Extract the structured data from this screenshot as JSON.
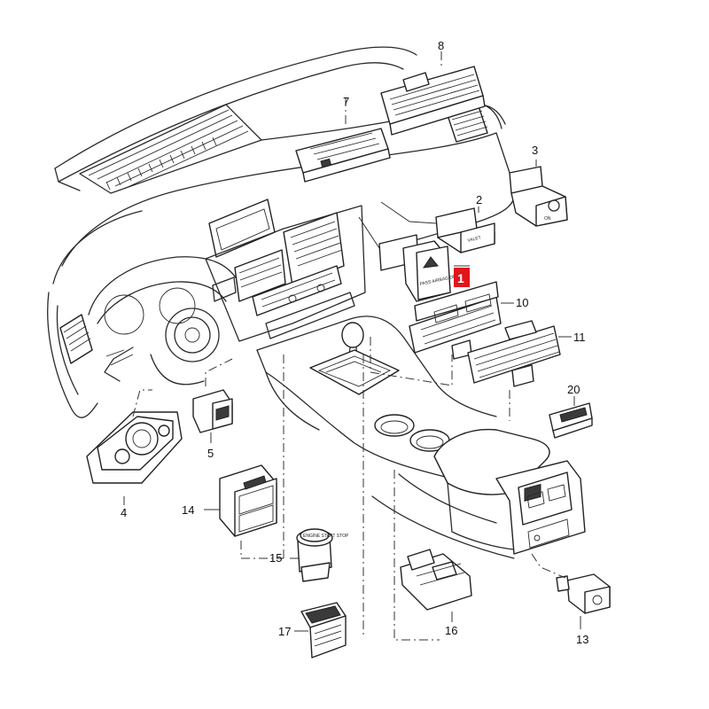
{
  "diagram": {
    "highlight_color": "#e0161b",
    "callouts": [
      {
        "id": "p1",
        "label": "1",
        "highlighted": true
      },
      {
        "id": "p2",
        "label": "2",
        "highlighted": false
      },
      {
        "id": "p3",
        "label": "3",
        "highlighted": false
      },
      {
        "id": "p4",
        "label": "4",
        "highlighted": false
      },
      {
        "id": "p5",
        "label": "5",
        "highlighted": false
      },
      {
        "id": "p7",
        "label": "7",
        "highlighted": false
      },
      {
        "id": "p8",
        "label": "8",
        "highlighted": false
      },
      {
        "id": "p10",
        "label": "10",
        "highlighted": false
      },
      {
        "id": "p11",
        "label": "11",
        "highlighted": false
      },
      {
        "id": "p13",
        "label": "13",
        "highlighted": false
      },
      {
        "id": "p14",
        "label": "14",
        "highlighted": false
      },
      {
        "id": "p15",
        "label": "15",
        "highlighted": false
      },
      {
        "id": "p16",
        "label": "16",
        "highlighted": false
      },
      {
        "id": "p17",
        "label": "17",
        "highlighted": false
      },
      {
        "id": "p20",
        "label": "20",
        "highlighted": false
      }
    ],
    "part_markings": {
      "valet": "VALET",
      "pass_airbag": "PASS AIRBAG OFF",
      "engine_start": "ENGINE START STOP"
    }
  }
}
